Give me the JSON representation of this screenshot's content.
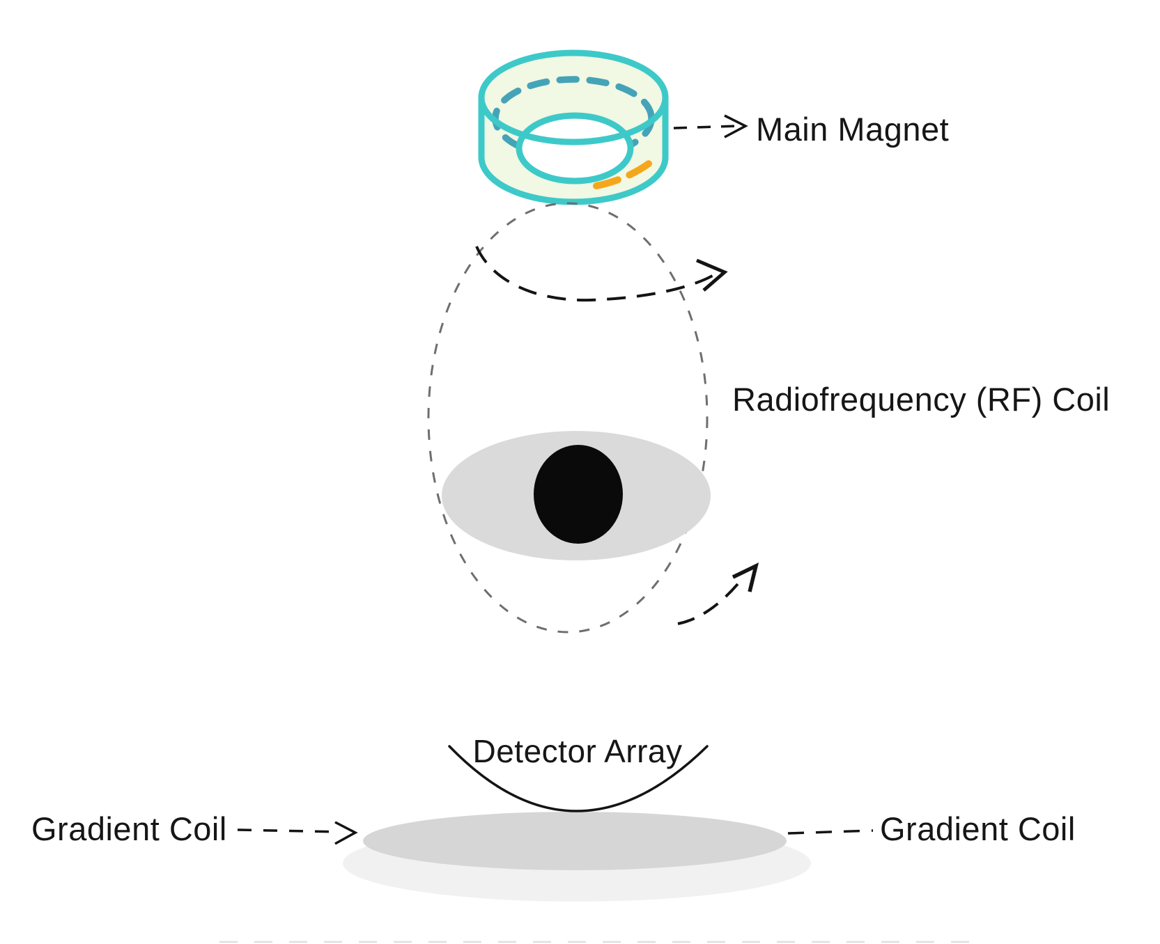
{
  "diagram": {
    "labels": {
      "main_magnet": "Main Magnet",
      "rf_coil": "Radiofrequency (RF) Coil",
      "detector_array": "Detector Array",
      "gradient_coil_left": "Gradient Coil",
      "gradient_coil_right": "Gradient Coil"
    },
    "colors": {
      "magnet_teal": "#3EC9C9",
      "magnet_dash_teal": "#45A3B8",
      "magnet_fill": "#F1F8E3",
      "magnet_orange": "#F5A71C",
      "rf_dash_gray": "#6E6E6E",
      "eye_gray": "#DADADA",
      "pupil_black": "#0A0A0A",
      "disc_gray": "#D6D6D6",
      "disc_shadow": "#F1F1F1",
      "arrow_black": "#141414",
      "background": "#FFFFFF"
    }
  }
}
